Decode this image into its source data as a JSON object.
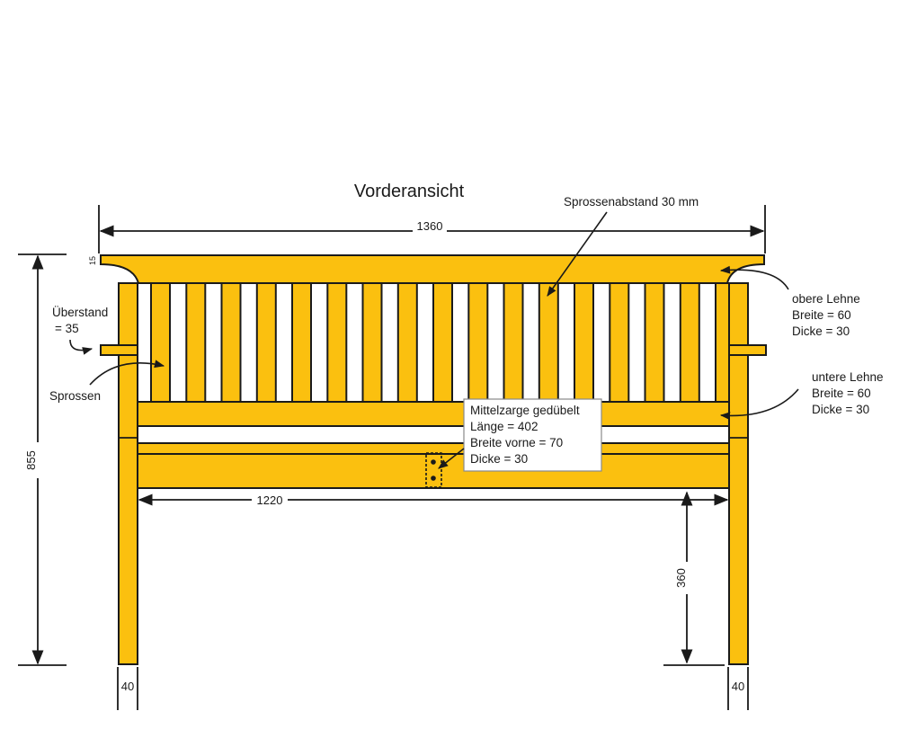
{
  "title": "Vorderansicht",
  "colors": {
    "wood": "#fbc00f",
    "line": "#1a1a1a",
    "background": "#ffffff"
  },
  "annotations": {
    "spacing": "Sprossenabstand 30 mm",
    "overhang_line1": "Überstand",
    "overhang_line2": "= 35",
    "slats": "Sprossen",
    "upper_back": {
      "name": "obere Lehne",
      "width": "Breite = 60",
      "thickness": "Dicke = 30"
    },
    "lower_back": {
      "name": "untere Lehne",
      "width": "Breite = 60",
      "thickness": "Dicke = 30"
    },
    "middle_rail": {
      "name": "Mittelzarge gedübelt",
      "length": "Länge = 402",
      "front_width": "Breite vorne = 70",
      "thickness": "Dicke = 30"
    }
  },
  "dimensions": {
    "total_width": "1360",
    "total_height": "855",
    "inner_width": "1220",
    "seat_height": "360",
    "leg_left": "40",
    "leg_right": "40",
    "top_thickness": "15"
  },
  "slat_count": 17
}
